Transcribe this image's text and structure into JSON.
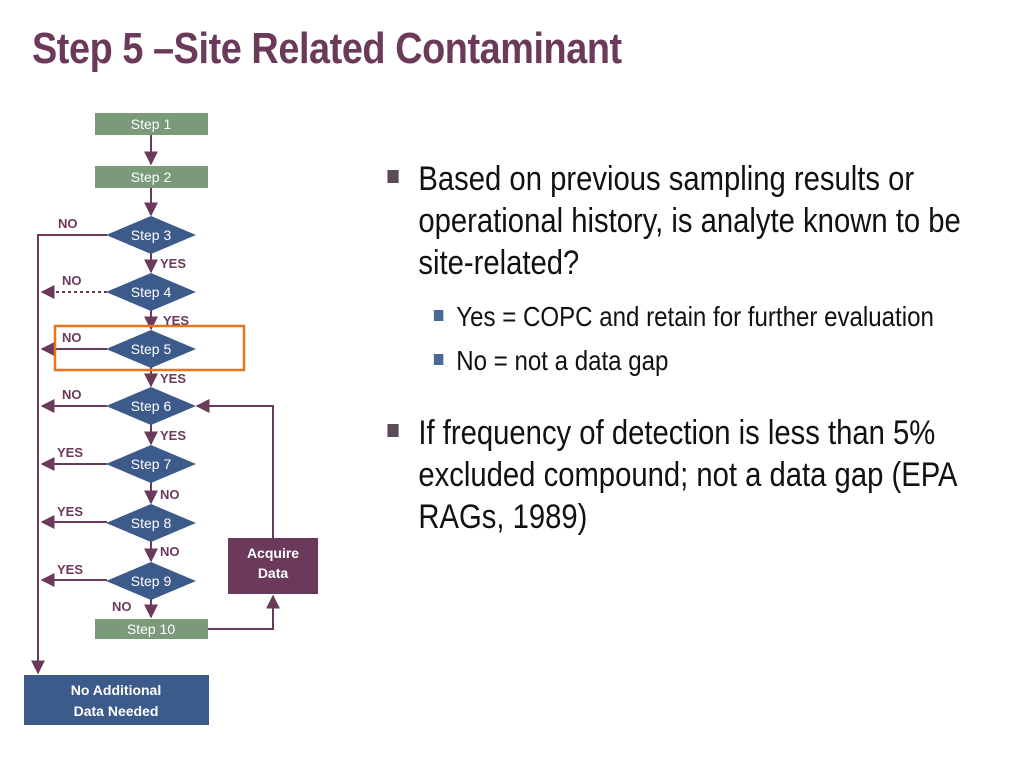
{
  "title": "Step 5 –Site Related Contaminant",
  "flowchart": {
    "steps": [
      "Step 1",
      "Step 2",
      "Step 3",
      "Step 4",
      "Step 5",
      "Step 6",
      "Step 7",
      "Step 8",
      "Step 9",
      "Step 10"
    ],
    "branch_labels": {
      "step3_out": "NO",
      "step3_down": "YES",
      "step4_out": "NO",
      "step4_down": "YES",
      "step5_out": "NO",
      "step5_down": "YES",
      "step6_out": "NO",
      "step6_down": "YES",
      "step7_out": "YES",
      "step7_down": "NO",
      "step8_out": "YES",
      "step8_down": "NO",
      "step9_out": "YES",
      "step9_down": "NO"
    },
    "acquire_data": [
      "Acquire",
      "Data"
    ],
    "no_additional": [
      "No Additional",
      "Data Needed"
    ],
    "highlighted_step": "Step 5",
    "colors": {
      "rect_green": "#7a9a7a",
      "diamond_blue": "#3c5a8a",
      "arrow_purple": "#6b3a5a",
      "highlight": "#e8741e",
      "acquire_fill": "#6b3a5a",
      "no_additional_fill": "#3c5a8a"
    }
  },
  "bullets": [
    {
      "level": 1,
      "text": "Based on previous sampling results or operational history, is analyte known to be site-related?"
    },
    {
      "level": 2,
      "text": "Yes = COPC and retain for further evaluation"
    },
    {
      "level": 2,
      "text": "No = not a data gap"
    },
    {
      "level": 1,
      "text": "If frequency of detection is less than 5% excluded compound; not a data gap (EPA RAGs, 1989)"
    }
  ]
}
